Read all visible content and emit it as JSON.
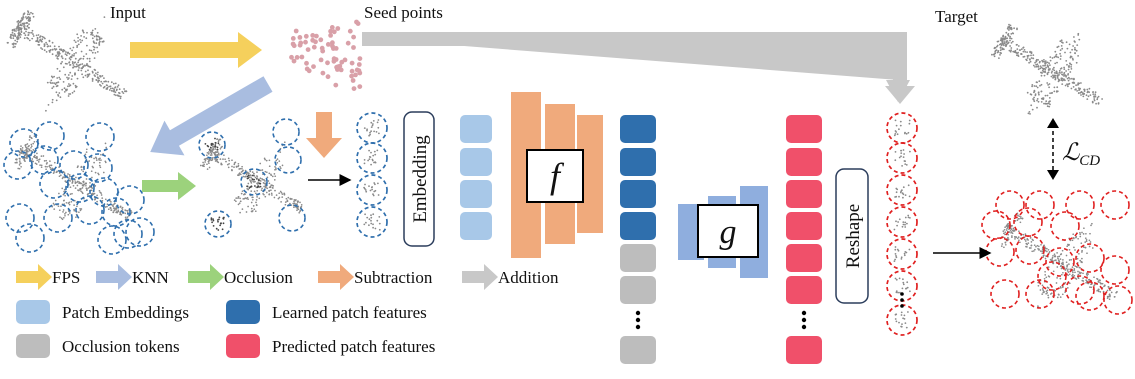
{
  "labels": {
    "input": "Input",
    "seed_points": "Seed points",
    "target": "Target",
    "embedding": "Embedding",
    "reshape": "Reshape",
    "f": "f",
    "g": "g",
    "loss_main": "ℒ",
    "loss_sub": "CD"
  },
  "legend_arrows": [
    {
      "label": "FPS",
      "color": "#f5d05c"
    },
    {
      "label": "KNN",
      "color": "#a9bde0"
    },
    {
      "label": "Occlusion",
      "color": "#9cd27c"
    },
    {
      "label": "Subtraction",
      "color": "#f0aa7c"
    },
    {
      "label": "Addition",
      "color": "#c8c8c8"
    }
  ],
  "legend_boxes": [
    {
      "label": "Patch Embeddings",
      "color": "#a8c8e8"
    },
    {
      "label": "Learned patch features",
      "color": "#2f6fad"
    },
    {
      "label": "Occlusion tokens",
      "color": "#bdbdbd"
    },
    {
      "label": "Predicted patch features",
      "color": "#f0506a"
    }
  ],
  "colors": {
    "patch_embedding": "#a8c8e8",
    "learned": "#2f6fad",
    "occlusion": "#bdbdbd",
    "predicted": "#f0506a",
    "encoder": "#f0aa7c",
    "decoder": "#8faede",
    "seed": "#d9a0a8",
    "dashed_blue": "#2f6fad",
    "dashed_red": "#e02020",
    "point_gray": "#8a8a8a",
    "point_dark": "#444444"
  },
  "icons": {
    "ellipsis": "vertical-ellipsis-icon",
    "double_arrow": "double-headed-dashed-arrow-icon"
  }
}
